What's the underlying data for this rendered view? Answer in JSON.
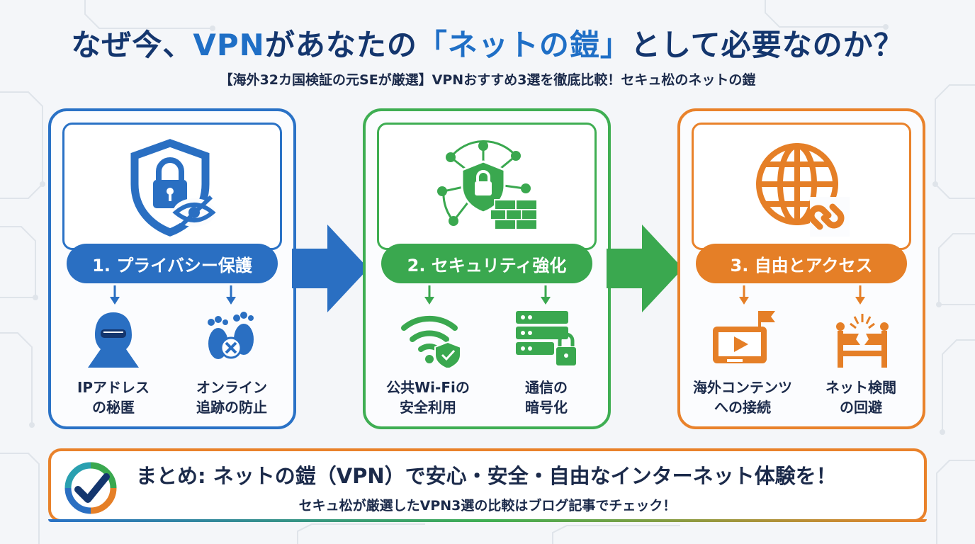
{
  "header": {
    "title_before": "なぜ今、",
    "title_accent_1": "VPN",
    "title_middle": "があなたの",
    "title_accent_2": "「ネットの鎧」",
    "title_after": "として必要なのか？",
    "subtitle": "【海外32カ国検証の元SEが厳選】VPNおすすめ3選を徹底比較！セキュ松のネットの鎧"
  },
  "colors": {
    "navy": "#14366e",
    "blue": "#2a72c6",
    "green": "#3fae53",
    "orange": "#e9822b"
  },
  "cards": [
    {
      "label": "1. プライバシー保護",
      "icon": "shield-lock-eye-icon",
      "items": [
        {
          "icon": "hooded-hacker-icon",
          "line1": "IPアドレス",
          "line2": "の秘匿"
        },
        {
          "icon": "footprints-x-icon",
          "line1": "オンライン",
          "line2": "追跡の防止"
        }
      ]
    },
    {
      "label": "2. セキュリティ強化",
      "icon": "network-shield-firewall-icon",
      "items": [
        {
          "icon": "wifi-shield-icon",
          "line1": "公共Wi-Fiの",
          "line2": "安全利用"
        },
        {
          "icon": "server-lock-icon",
          "line1": "通信の",
          "line2": "暗号化"
        }
      ]
    },
    {
      "label": "3. 自由とアクセス",
      "icon": "globe-link-icon",
      "items": [
        {
          "icon": "video-flag-icon",
          "line1": "海外コンテンツ",
          "line2": "への接続"
        },
        {
          "icon": "broken-barrier-icon",
          "line1": "ネット検閲",
          "line2": "の回避"
        }
      ]
    }
  ],
  "summary": {
    "icon": "checkmark-ring-icon",
    "headline": "まとめ: ネットの鎧（VPN）で安心・安全・自由なインターネット体験を！",
    "cta": "セキュ松が厳選したVPN3選の比較はブログ記事でチェック！"
  }
}
